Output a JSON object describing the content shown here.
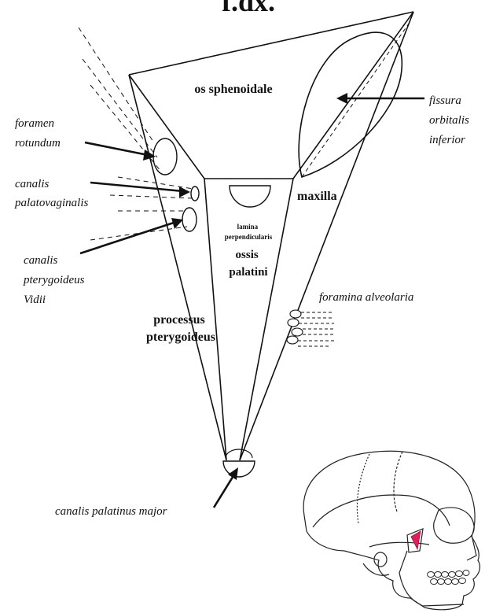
{
  "title": "f.dx.",
  "labels": {
    "os_sphenoidale": "os sphenoidale",
    "fissura_orbitalis_inferior": [
      "fissura",
      "orbitalis",
      "inferior"
    ],
    "foramen_rotundum": [
      "foramen",
      "rotundum"
    ],
    "canalis_palatovaginalis": [
      "canalis",
      "palatovaginalis"
    ],
    "maxilla": "maxilla",
    "lamina_perpendicularis": [
      "lamina",
      "perpendicularis"
    ],
    "ossis_palatini": [
      "ossis",
      "palatini"
    ],
    "canalis_pterygoideus_vidii": [
      "canalis",
      "pterygoideus",
      "Vidii"
    ],
    "foramina_alveolaria": "foramina alveolaria",
    "processus_pterygoideus": [
      "processus",
      "pterygoideus"
    ],
    "canalis_palatinus_major": "canalis palatinus major"
  },
  "colors": {
    "line": "#111111",
    "highlight": "#e0205a"
  }
}
